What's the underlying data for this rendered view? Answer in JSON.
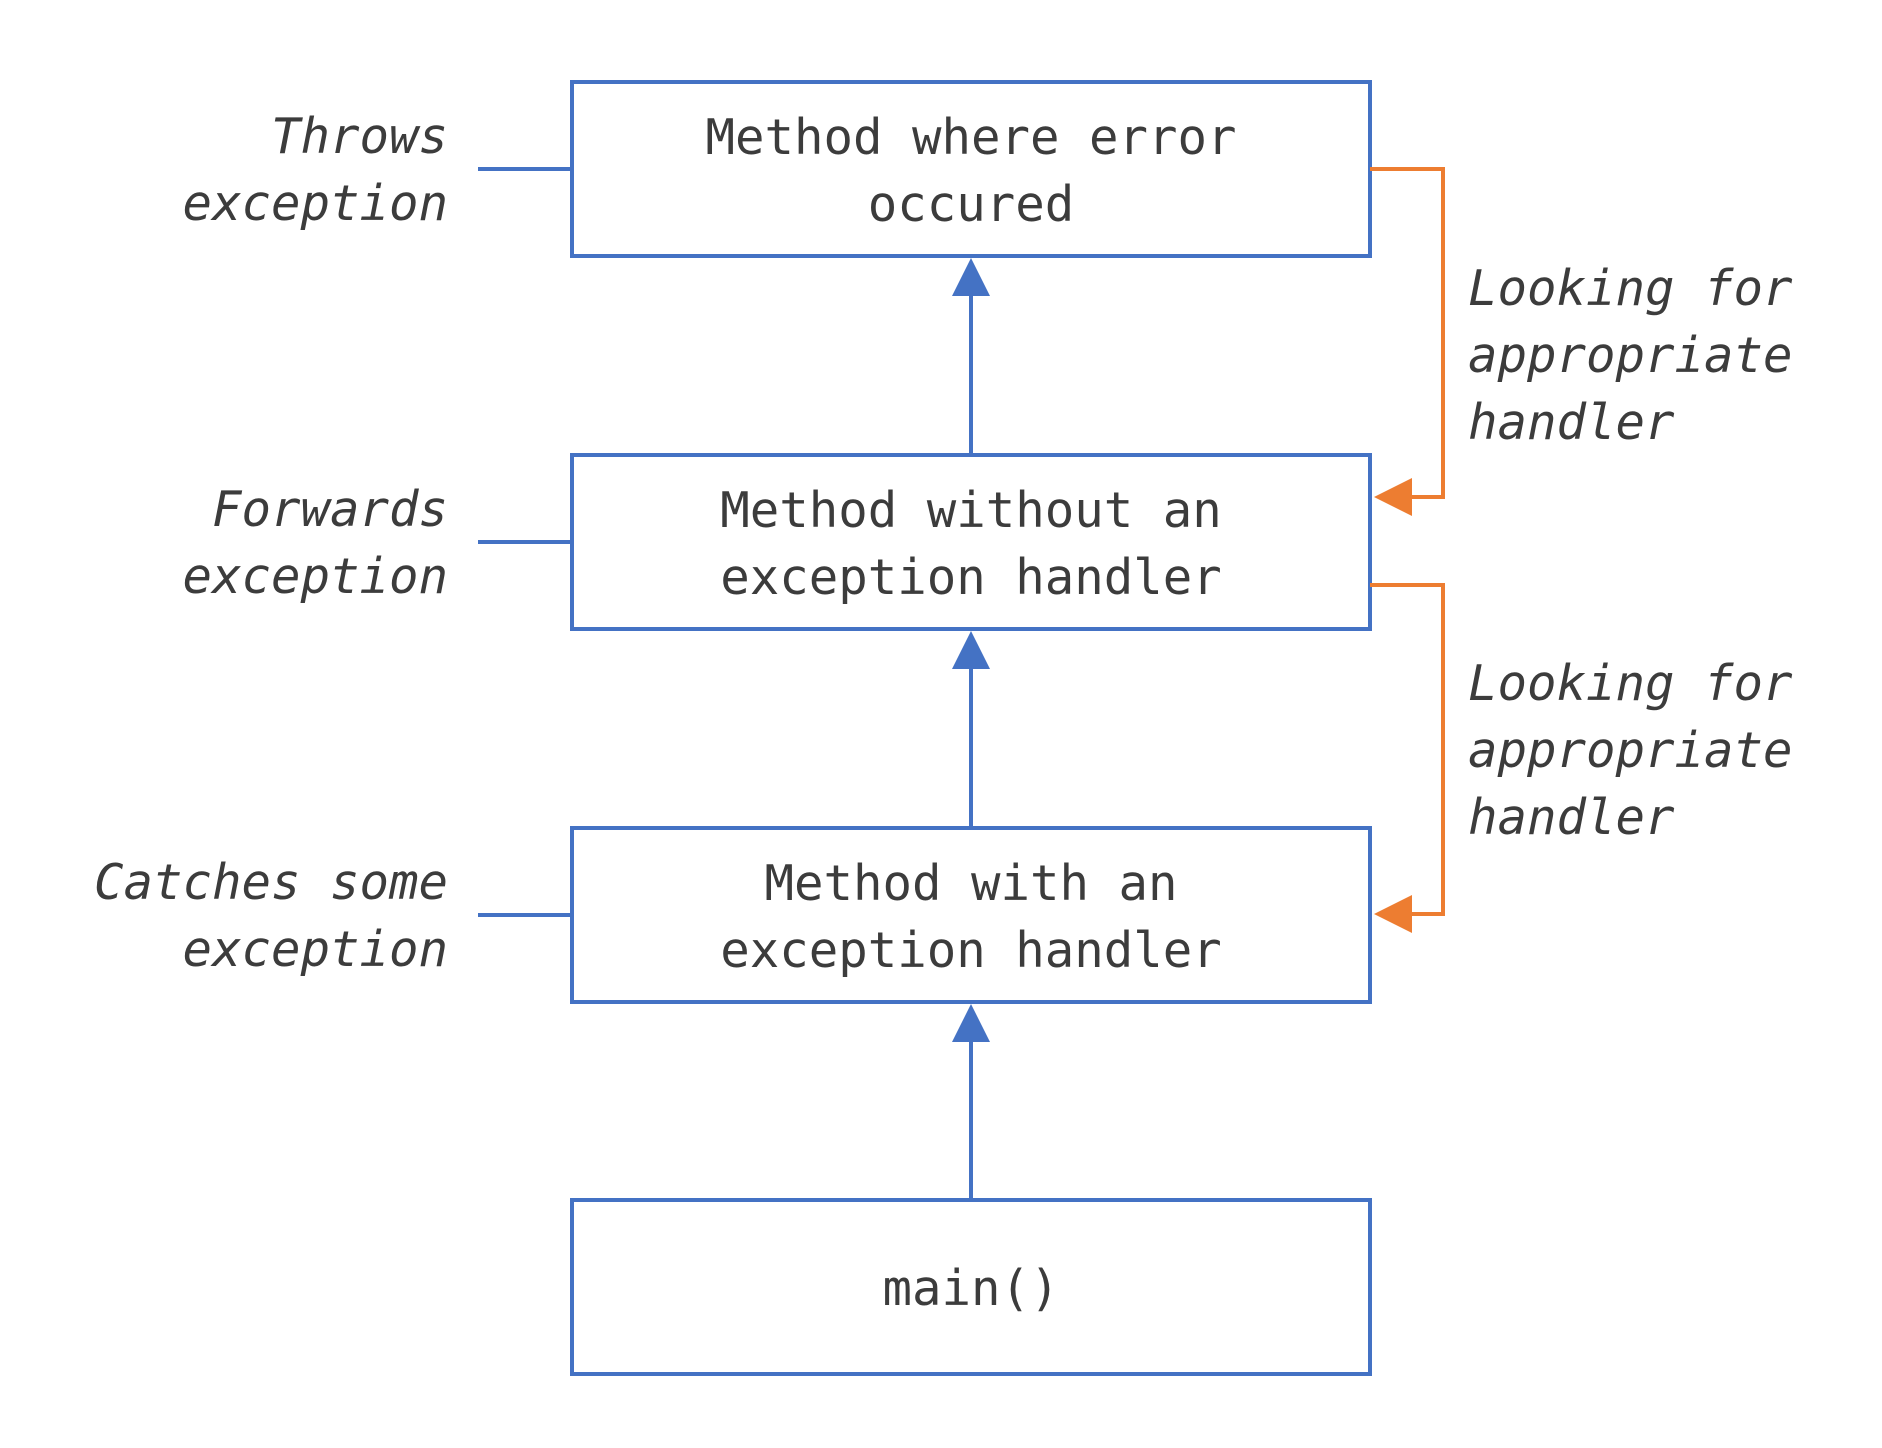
{
  "colors": {
    "box_stroke": "#4472c4",
    "stack_arrow": "#4472c4",
    "search_arrow": "#ed7d31",
    "text": "#3c3c3c",
    "background": "#ffffff"
  },
  "boxes": [
    {
      "lines": [
        "Method where error",
        "occured"
      ]
    },
    {
      "lines": [
        "Method without an",
        "exception handler"
      ]
    },
    {
      "lines": [
        "Method with an",
        "exception handler"
      ]
    },
    {
      "lines": [
        "main()"
      ]
    }
  ],
  "left_labels": [
    {
      "lines": [
        "Throws",
        "exception"
      ]
    },
    {
      "lines": [
        "Forwards",
        "exception"
      ]
    },
    {
      "lines": [
        "Catches some",
        "exception"
      ]
    }
  ],
  "right_labels": [
    {
      "lines": [
        "Looking for",
        "appropriate",
        "handler"
      ]
    },
    {
      "lines": [
        "Looking for",
        "appropriate",
        "handler"
      ]
    }
  ]
}
